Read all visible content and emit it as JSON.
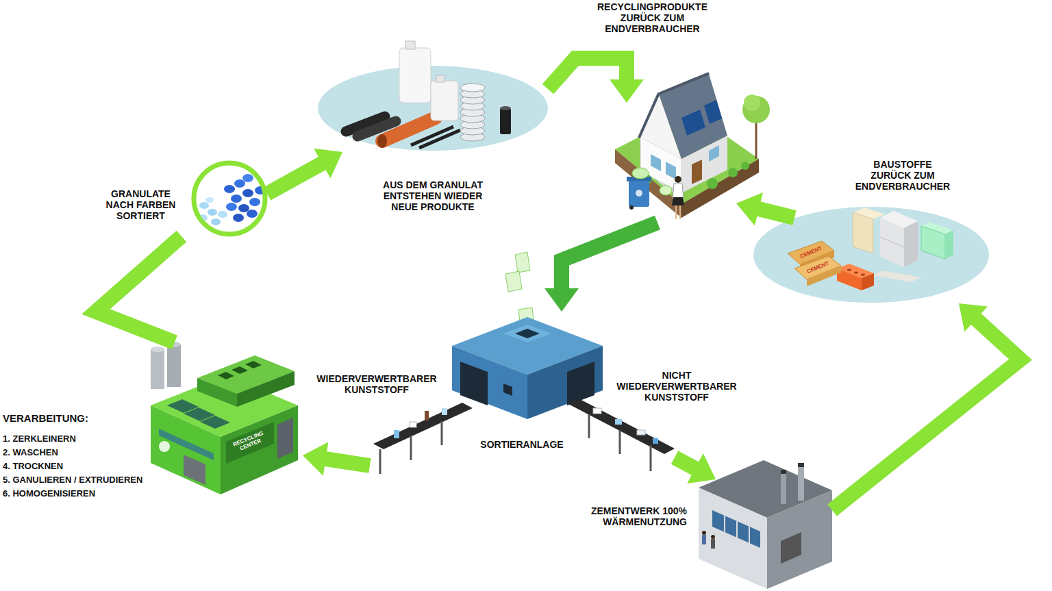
{
  "diagram": {
    "nodes": [
      {
        "text": [
          "RECYCLINGPRODUKTE ZURÜCK ZUM ENDVERBRAUCHER"
        ]
      },
      {
        "text": [
          "AUS DEM GRANULAT ENTSTEHEN WIEDER NEUE PRODUKTE"
        ]
      },
      {
        "text": [
          "BAUSTOFFE ZURÜCK ZUM ENDVERBRAUCHER"
        ]
      },
      {
        "text": [
          "GRANULATE NACH FARBEN SORTIERT"
        ]
      },
      {
        "text": [
          "SORTIERANLAGE"
        ]
      },
      {
        "text": [
          "VERARBEITUNG:",
          "1. ZERKLEINERN",
          "2. WASCHEN",
          "4. TROCKNEN",
          "5. GANULIEREN / EXTRUDIEREN",
          "6. HOMOGENISIEREN"
        ]
      },
      {
        "text": [
          "ZEMENTWERK 100% WÄRMENUTZUNG"
        ]
      }
    ],
    "edges": [
      {
        "from": 0,
        "to": 4,
        "arrow": "to"
      },
      {
        "from": 4,
        "to": 5,
        "label": "WIEDERVERWERTBARER KUNSTSTOFF",
        "arrow": "to"
      },
      {
        "from": 4,
        "to": 6,
        "label": "NICHT WIEDERVERWERTBARER KUNSTSTOFF",
        "arrow": "to"
      },
      {
        "from": 5,
        "to": 3,
        "arrow": "none"
      },
      {
        "from": 3,
        "to": 1,
        "arrow": "to"
      },
      {
        "from": 1,
        "to": 0,
        "arrow": "to"
      },
      {
        "from": 6,
        "to": 2,
        "arrow": "to"
      },
      {
        "from": 2,
        "to": 0,
        "arrow": "to"
      }
    ],
    "labels": [
      "RECYCLING CENTER",
      "CEMENT",
      "CEMENT"
    ]
  }
}
